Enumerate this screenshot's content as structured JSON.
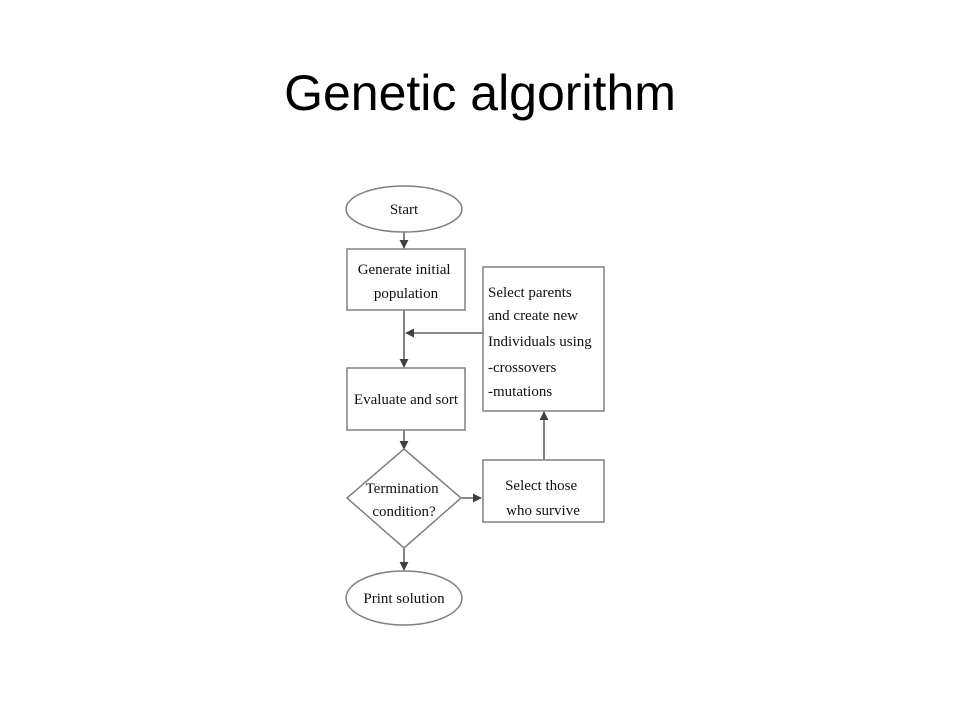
{
  "title": "Genetic algorithm",
  "colors": {
    "stroke": "#808080",
    "arrow": "#404040",
    "text": "#111111"
  },
  "nodes": {
    "start": {
      "lines": [
        "Start"
      ]
    },
    "generate": {
      "lines": [
        "Generate initial",
        "population"
      ]
    },
    "select_parents": {
      "lines": [
        "Select parents",
        "and create new",
        "Individuals using",
        "-crossovers",
        "-mutations"
      ]
    },
    "evaluate": {
      "lines": [
        "Evaluate and sort"
      ]
    },
    "termination": {
      "lines": [
        "Termination",
        "condition?"
      ]
    },
    "select_survivors": {
      "lines": [
        "Select those",
        "who survive"
      ]
    },
    "print": {
      "lines": [
        "Print solution"
      ]
    }
  }
}
